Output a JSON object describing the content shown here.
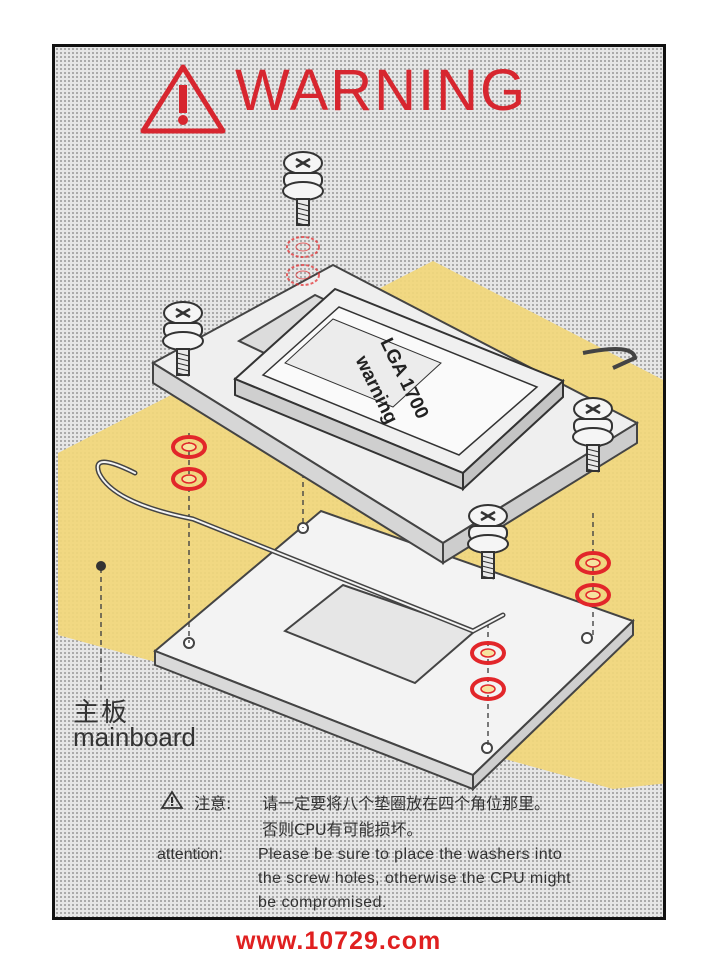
{
  "warning": {
    "title": "WARNING"
  },
  "cpu": {
    "label": "LGA 1700",
    "sublabel": "warning"
  },
  "mainboard": {
    "label_zh": "主板",
    "label_en": "mainboard"
  },
  "attention": {
    "label_zh": "注意:",
    "text_zh": [
      "请一定要将八个垫圈放在四个角位那里。",
      "否则CPU有可能损坏。"
    ],
    "label_en": "attention:",
    "text_en": [
      "Please be sure to place the washers into",
      "the screw holes, otherwise the CPU might",
      "be compromised."
    ]
  },
  "website": "www.10729.com",
  "colors": {
    "warning_red": "#d7262f",
    "board_yellow": "#f2d77a",
    "washer_red": "#e2262a",
    "website_red": "#e02020"
  }
}
